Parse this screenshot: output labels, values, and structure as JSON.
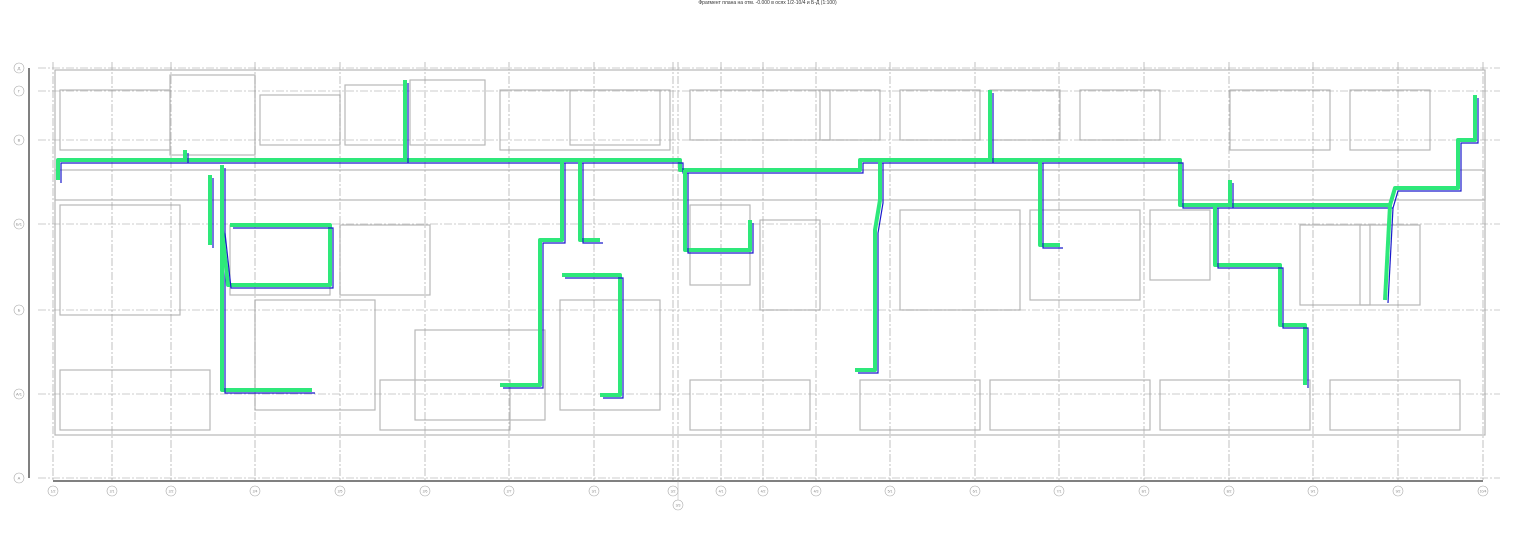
{
  "title": "Фрагмент плана на отм. -0.000 в осях 1/2-10/4 и Б-Д (1:100)",
  "colors": {
    "pipe_green": "#2ee87a",
    "pipe_blue": "#1a1acc",
    "wall": "#b8b8b8",
    "grid": "#9a9a9a",
    "dim": "#000000"
  },
  "axes": {
    "columns": [
      "1/2",
      "2/1",
      "2/2",
      "2/4",
      "2/5",
      "2/6",
      "2/7",
      "3/1",
      "3/2",
      "3/3",
      "4/1",
      "4/2",
      "4/3",
      "5/1",
      "6/1",
      "7/1",
      "8/1",
      "8/2",
      "9/1",
      "9/2",
      "10/4"
    ],
    "rows": [
      "Д",
      "Г",
      "В",
      "Б/1",
      "Б",
      "А/1",
      "А"
    ]
  }
}
